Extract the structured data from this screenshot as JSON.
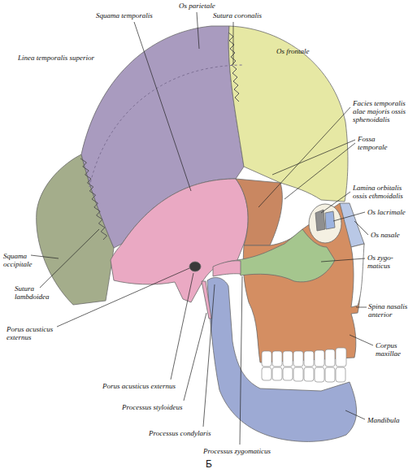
{
  "diagram": {
    "caption": "Б",
    "labels": [
      "Os parietale",
      "Squama temporalis",
      "Sutura coronalis",
      "Linea temporalis superior",
      "Os frontale",
      "Facies temporalis alae majoris ossis sphenoidalis",
      "Fossa temporale",
      "Lamina orbitalis ossis ethmoidalis",
      "Os lacrimale",
      "Os nasale",
      "Squama occipitale",
      "Sutura lambdoidea",
      "Os zygo- maticus",
      "Spina nasalis anterior",
      "Porus acusticus externus",
      "Corpus maxillae",
      "Porus acusticus externus",
      "Processus styloideus",
      "Processus condylaris",
      "Mandibula",
      "Processus zygomaticus"
    ]
  }
}
